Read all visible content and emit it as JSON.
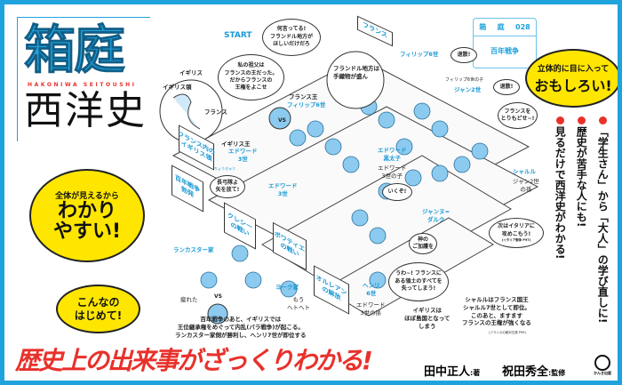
{
  "title": {
    "main": "箱庭",
    "romaji": "HAKONIWA SEITOUSHI",
    "sub": "西洋史"
  },
  "series_box": {
    "k1": "箱",
    "k2": "庭",
    "number": "028",
    "topic": "百年戦争"
  },
  "bubbles": {
    "top_right": {
      "small": "立体的に目に入って",
      "large": "おもしろい!"
    },
    "left1": {
      "small": "全体が見えるから",
      "large1": "わかり",
      "large2": "やすい!"
    },
    "left2": {
      "line1": "こんなの",
      "line2": "はじめて!"
    }
  },
  "selling_points": [
    "「学生さん」から「大人」の学び直しに!",
    "歴史が苦手な人にも!",
    "見るだけで西洋史がわかる!"
  ],
  "illustration": {
    "start": "START",
    "map_labels": {
      "england": "イギリス",
      "england_territory": "イギリス領",
      "france": "フランス"
    },
    "speech": {
      "edward_claim": "私の祖父は\nフランスの王だった。\nだからフランスの\n王権をよこせ",
      "philip_reply": "何言ってる!\nフランドル地方が\nほしいだけだろ",
      "flanders": "フランドル地方は\n手織物が盛ん",
      "retreat1": "退散!",
      "retreat2": "退散!",
      "retake": "フランスを\nとりもどせ~!",
      "archers": "長弓隊よ\n矢を放て!",
      "ruby": "ちょうきゅう",
      "charge": "いくぞ!",
      "italy": "次はイタリアに\n攻めこもう!",
      "italy_note": "(イタリア戦争 P97)",
      "god": "神の\nご加護を",
      "lose_all": "うわ~! フランスに\nある領土のすべてを\n失ってしまう!",
      "tired": "疲れた",
      "phew": "もう\nヘトヘト"
    },
    "characters": {
      "philip6_title": "フランス王",
      "philip6": "フィリップ6世",
      "philip6b": "フィリップ6世",
      "jean2_title": "フィリップ6世の子",
      "jean2": "ジャン2世",
      "edward3_title": "イギリス王",
      "edward3": "エドワード\n3世",
      "edward3b": "エドワード\n3世",
      "black_prince": "エドワード\n黒太子",
      "black_prince_note": "エドワード\n3世の子",
      "charles": "シャルル",
      "charles_note": "ジャン2世\nの孫",
      "joan": "ジャンヌ=\nダルク",
      "henry6": "ヘンリ\n6世",
      "henry6_note": "エドワード\n3世の孫",
      "lancaster": "ランカスター家",
      "york": "ヨーク家",
      "vs": "VS"
    },
    "signs": {
      "france": "フランス",
      "england_in_france": "フランス内の\nイギリス領",
      "outbreak": "百年戦争\n勃発",
      "crecy": "クレシー\nの戦い",
      "poitiers": "ポワティエ\nの戦い",
      "orleans": "オルレアン\nの解放"
    },
    "notes": {
      "roses": "百年戦争のあと、イギリスでは\n王位継承権をめぐって内乱(バラ戦争)が起こる。\nランカスター家側が勝利し、ヘンリ7世が即位する",
      "island": "イギリスは\nほぼ島国となって\nしまう",
      "charles7": "シャルルはフランス国王\nシャルル7世として即位。\nこのあと、ますます\nフランスの王権が強くなる",
      "absolutism": "(フランスの絶対王政 P99)"
    }
  },
  "footer": {
    "headline": "歴史上の出来事がざっくりわかる!",
    "author": "田中正人",
    "author_role": ":著",
    "supervisor": "祝田秀全",
    "supervisor_role": ":監修",
    "publisher": "かんき出版"
  },
  "colors": {
    "frame": "#1fa3dc",
    "accent_red": "#e8312b",
    "yellow": "#ffe600"
  }
}
